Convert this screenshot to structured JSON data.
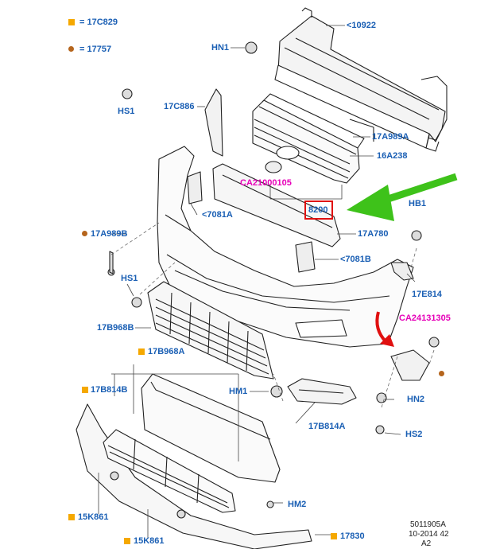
{
  "legend": {
    "square_code": "17C829",
    "dot_code": "17757",
    "eq": "="
  },
  "labels": {
    "p10922": "<10922",
    "hn1": "HN1",
    "hs1_top": "HS1",
    "c17c886": "17C886",
    "a17a989": "17A989A",
    "a16a238": "16A238",
    "ca21000105": "CA21000105",
    "p8200": "8200",
    "p7081a": "<7081A",
    "a17a780": "17A780",
    "b17a989": "17A989B",
    "p7081b": "<7081B",
    "hb1": "HB1",
    "hs1_mid": "HS1",
    "e17e814": "17E814",
    "b17b968": "17B968B",
    "ca24131305": "CA24131305",
    "a17b968": "17B968A",
    "b17b814": "17B814B",
    "hm1": "HM1",
    "hn2": "HN2",
    "a17b814": "17B814A",
    "hs2": "HS2",
    "hm2": "HM2",
    "k15k861a": "15K861",
    "k15k861b": "15K861",
    "p17830": "17830",
    "doc_id": "5011905A",
    "doc_date": "10-2014 42",
    "doc_rev": "A2"
  },
  "colors": {
    "label_blue": "#1a5fb4",
    "highlight_magenta": "#e600b8",
    "square_orange": "#f5a800",
    "dot_brown": "#b5651d",
    "arrow_green": "#3ec21a",
    "arrow_red": "#e01010"
  }
}
